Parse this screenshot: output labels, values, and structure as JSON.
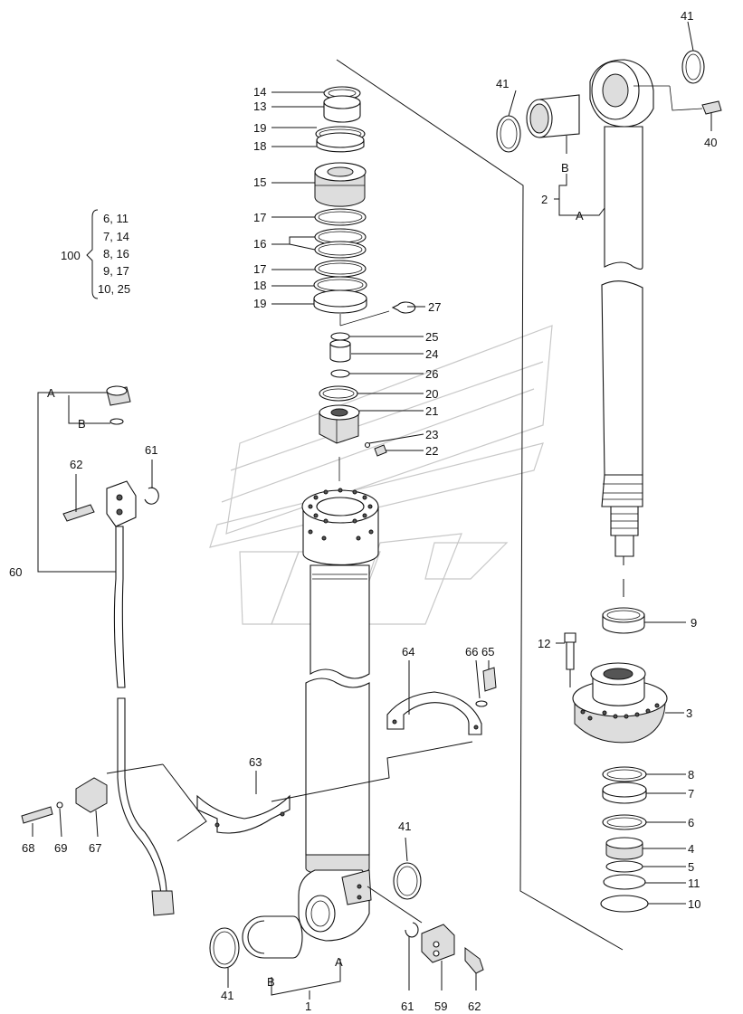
{
  "callouts": {
    "c1": "1",
    "c2": "2",
    "c3": "3",
    "c4": "4",
    "c5": "5",
    "c6": "6",
    "c7": "7",
    "c8": "8",
    "c9": "9",
    "c10": "10",
    "c11": "11",
    "c12": "12",
    "c13": "13",
    "c14": "14",
    "c15": "15",
    "c16": "16",
    "c17a": "17",
    "c17b": "17",
    "c18a": "18",
    "c18b": "18",
    "c19a": "19",
    "c19b": "19",
    "c20": "20",
    "c21": "21",
    "c22": "22",
    "c23": "23",
    "c24": "24",
    "c25": "25",
    "c26": "26",
    "c27": "27",
    "c40": "40",
    "c41a": "41",
    "c41b": "41",
    "c41c": "41",
    "c41d": "41",
    "c59": "59",
    "c60": "60",
    "c61a": "61",
    "c61b": "61",
    "c62a": "62",
    "c62b": "62",
    "c63": "63",
    "c64": "64",
    "c65": "65",
    "c66": "66",
    "c67": "67",
    "c68": "68",
    "c69": "69"
  },
  "letters": {
    "a_top": "A",
    "b_top": "B",
    "a_pipe": "A",
    "b_pipe": "B",
    "a_bottom": "A",
    "b_bottom": "B"
  },
  "kit": {
    "label": "100",
    "items": [
      "6, 11",
      "7, 14",
      "8, 16",
      "9, 17",
      "10, 25"
    ]
  }
}
